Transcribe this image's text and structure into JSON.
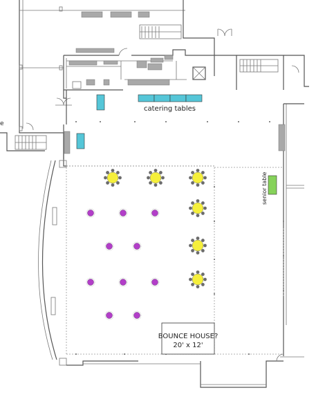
{
  "labels": {
    "catering": "catering tables",
    "senior": "senior table",
    "edge_fragment": "e",
    "bounce_line1": "BOUNCE HOUSE?",
    "bounce_line2": "20' x 12'"
  },
  "colors": {
    "round_table": "#f5ef3b",
    "chair": "#6b6b6b",
    "cocktail_table": "#b23ec8",
    "catering_table": "#55c6d8",
    "senior_table": "#86d25a",
    "equipment": "#a9a9a9",
    "wall": "#555555"
  },
  "round_tables": [
    {
      "id": 1,
      "row": 1,
      "col": 1
    },
    {
      "id": 2,
      "row": 1,
      "col": 2
    },
    {
      "id": 3,
      "row": 1,
      "col": 3
    },
    {
      "id": 4,
      "row": 2,
      "col": 3
    },
    {
      "id": 5,
      "row": 3,
      "col": 3
    },
    {
      "id": 6,
      "row": 4,
      "col": 3
    }
  ],
  "cocktail_tables": [
    {
      "id": 1,
      "row": 1,
      "col": 1
    },
    {
      "id": 2,
      "row": 1,
      "col": 2
    },
    {
      "id": 3,
      "row": 1,
      "col": 3
    },
    {
      "id": 4,
      "row": 2,
      "col": 1
    },
    {
      "id": 5,
      "row": 2,
      "col": 2
    },
    {
      "id": 6,
      "row": 3,
      "col": 1
    },
    {
      "id": 7,
      "row": 3,
      "col": 2
    },
    {
      "id": 8,
      "row": 3,
      "col": 3
    },
    {
      "id": 9,
      "row": 4,
      "col": 1
    },
    {
      "id": 10,
      "row": 4,
      "col": 2
    }
  ],
  "catering_table_count": 4
}
